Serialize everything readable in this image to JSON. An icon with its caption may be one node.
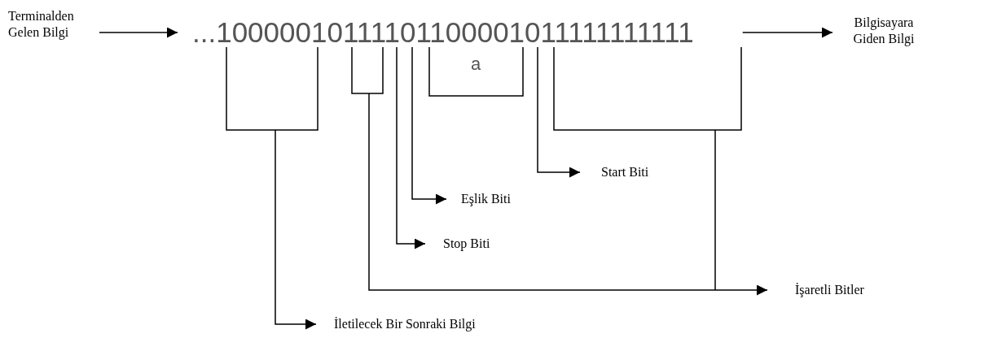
{
  "diagram": {
    "nodes": [
      {
        "text": [
          "Terminalden Gelen Bilgi"
        ]
      },
      {
        "text": [
          "...10000010111101100001011111111111"
        ]
      },
      {
        "text": [
          "Bilgisayara Giden Bilgi"
        ]
      },
      {
        "text": [
          "Start Biti"
        ]
      },
      {
        "text": [
          "Eşlik Biti"
        ]
      },
      {
        "text": [
          "Stop Biti"
        ]
      },
      {
        "text": [
          "İşaretli Bitler"
        ]
      },
      {
        "text": [
          "İletilecek Bir Sonraki Bilgi"
        ]
      }
    ],
    "edges": [
      {
        "from": 0,
        "to": 1,
        "arrow": "to"
      },
      {
        "from": 1,
        "to": 2,
        "arrow": "to"
      },
      {
        "from": 1,
        "to": 3,
        "arrow": "to"
      },
      {
        "from": 1,
        "to": 4,
        "arrow": "to"
      },
      {
        "from": 1,
        "to": 5,
        "arrow": "to"
      },
      {
        "from": 1,
        "to": 6,
        "arrow": "to"
      },
      {
        "from": 1,
        "to": 7,
        "arrow": "to"
      }
    ],
    "labels": [
      "a"
    ]
  }
}
